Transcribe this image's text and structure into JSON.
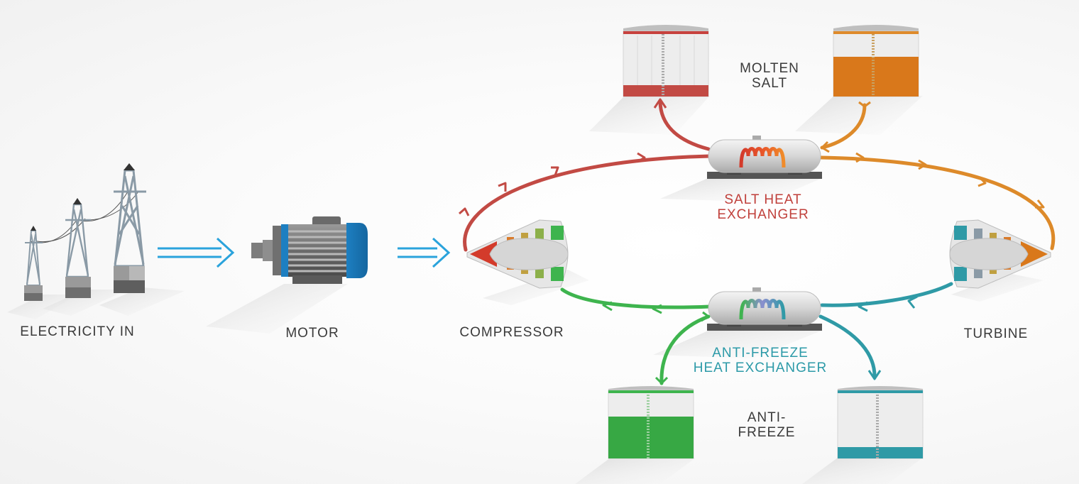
{
  "labels": {
    "electricity_in": "ELECTRICITY IN",
    "motor": "MOTOR",
    "compressor": "COMPRESSOR",
    "turbine": "TURBINE",
    "molten_salt_1": "MOLTEN",
    "molten_salt_2": "SALT",
    "salt_hx_1": "SALT HEAT",
    "salt_hx_2": "EXCHANGER",
    "antifreeze_hx_1": "ANTI-FREEZE",
    "antifreeze_hx_2": "HEAT EXCHANGER",
    "antifreeze_1": "ANTI-",
    "antifreeze_2": "FREEZE"
  },
  "colors": {
    "salt_hx_label": "#c0403b",
    "antifreeze_hx_label": "#2c9aa8",
    "hot_red": "#c24a44",
    "orange": "#dd8a2a",
    "green": "#3eb44e",
    "teal": "#2f9aa6",
    "arrow_blue": "#2aa3dc",
    "motor_blue": "#1d7fc1"
  },
  "tanks": {
    "cold_salt_fill": 0.1,
    "hot_salt_fill": 0.55,
    "cold_antifreeze_fill": 0.7,
    "warm_antifreeze_fill": 0.1
  }
}
